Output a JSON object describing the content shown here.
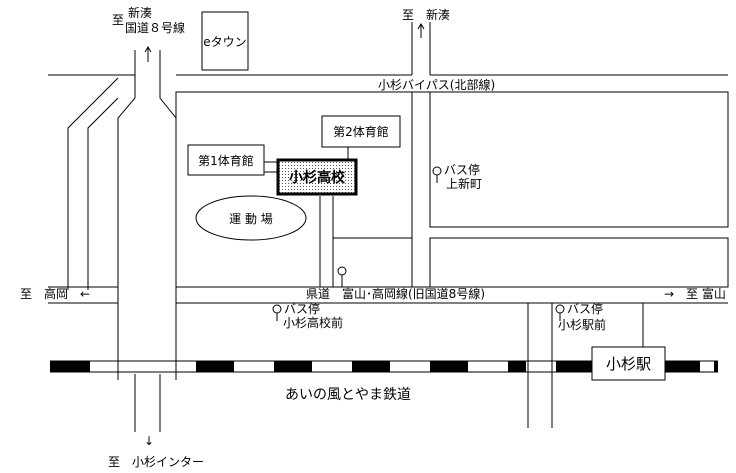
{
  "labels": {
    "to_shinminato_route8": {
      "to": "至",
      "line1": "新湊",
      "line2": "国道８号線"
    },
    "to_shinminato_right": "至　新湊",
    "e_town": "eタウン",
    "kosugi_bypass": "小杉バイパス(北部線)",
    "gym2": "第2体育館",
    "gym1": "第1体育館",
    "school": "小杉高校",
    "bus_stop_kamishinmachi": {
      "line1": "バス停",
      "line2": "上新町"
    },
    "playground": "運 動 場",
    "to_takaoka": "至　高岡　←",
    "prefectural_road": "県道　富山･高岡線(旧国道8号線)",
    "to_toyama": "→　至 富山",
    "bus_stop_kosugi_high": {
      "line1": "バス停",
      "line2": "小杉高校前"
    },
    "bus_stop_kosugi_station": {
      "line1": "バス停",
      "line2": "小杉駅前"
    },
    "kosugi_station": "小杉駅",
    "railway": "あいの風とやま鉄道",
    "to_kosugi_ic": {
      "arrow": "↓",
      "text": "至　小杉インター"
    }
  },
  "colors": {
    "line": "#000000",
    "rail_dark": "#000000",
    "rail_light": "#ffffff",
    "school_fill": "#d8d8d8"
  }
}
